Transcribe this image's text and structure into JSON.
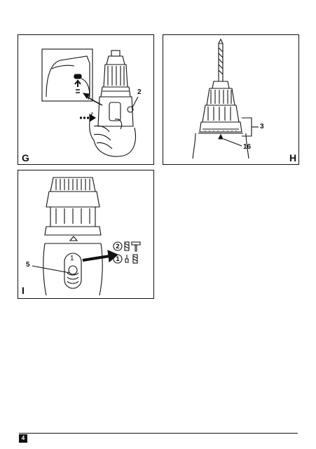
{
  "figures": [
    {
      "label": "G",
      "callouts": [
        "2"
      ]
    },
    {
      "label": "H",
      "callouts": [
        "3",
        "16"
      ]
    },
    {
      "label": "I",
      "callouts": [
        "5",
        "1"
      ],
      "icon_rows": [
        {
          "number": "2",
          "icons": [
            "drill-bit-icon",
            "hammer-icon"
          ]
        },
        {
          "number": "1",
          "icons": [
            "screwdriver-icon",
            "drill-bit-icon"
          ]
        }
      ]
    }
  ],
  "footer": {
    "page_number": "4"
  }
}
